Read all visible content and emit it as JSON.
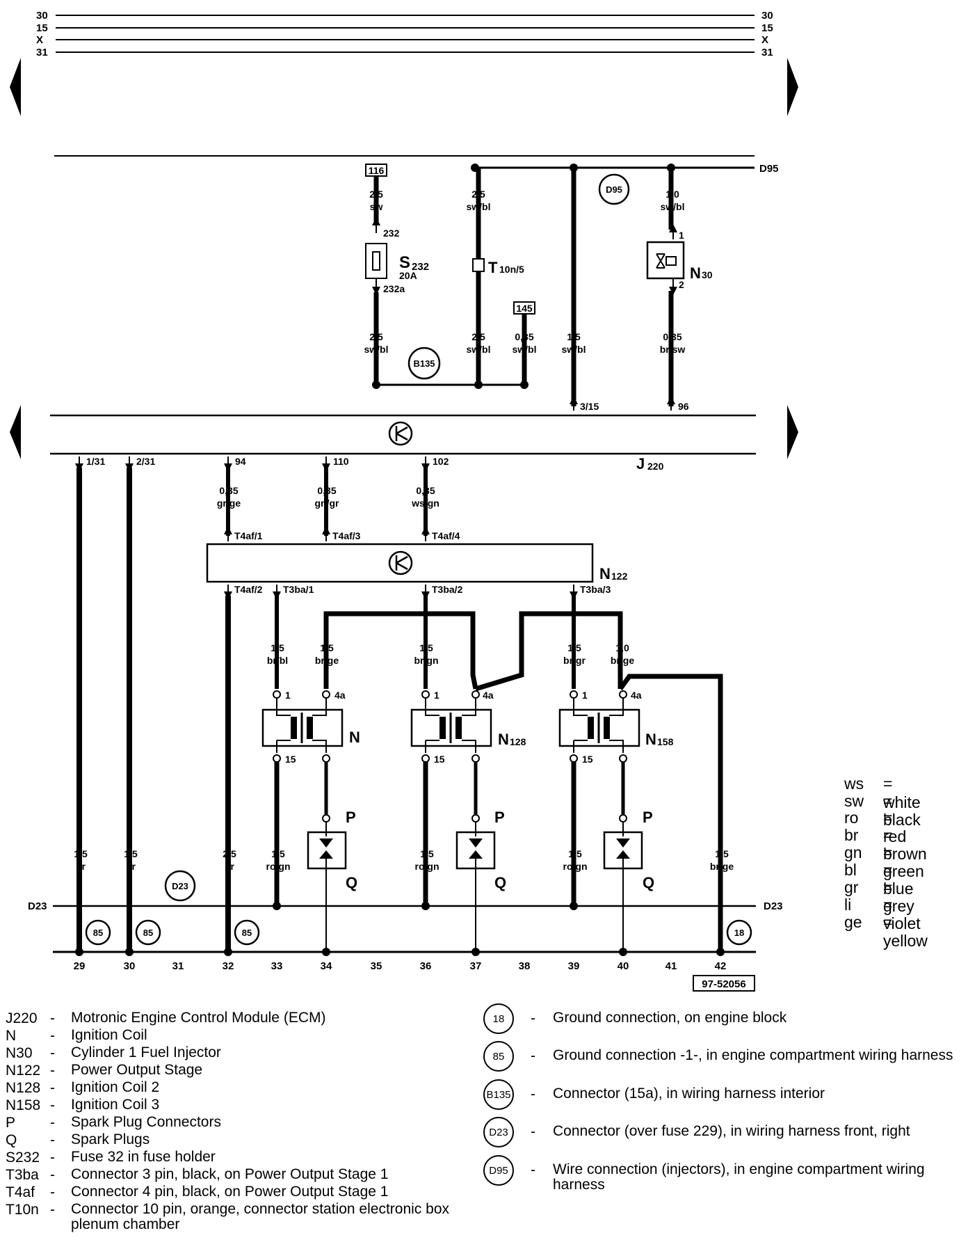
{
  "top_rails": [
    "30",
    "15",
    "X",
    "31"
  ],
  "buses": {
    "d95": "D95",
    "d23": "D23"
  },
  "components": {
    "fuse": {
      "terminal_top": "232",
      "terminal_bottom": "232a",
      "name": "S",
      "sub": "232",
      "rating": "20A"
    },
    "connector_t10n": {
      "name": "T",
      "sub": "10n/5"
    },
    "injector": {
      "name": "N",
      "sub": "30",
      "pin_top": "1",
      "pin_bottom": "2"
    },
    "ecm": {
      "name": "J",
      "sub": "220"
    },
    "power_stage": {
      "name": "N",
      "sub": "122"
    },
    "coils": [
      {
        "name": "N",
        "sub": ""
      },
      {
        "name": "N",
        "sub": "128"
      },
      {
        "name": "N",
        "sub": "158"
      }
    ],
    "spark_plug_connector": "P",
    "spark_plug": "Q",
    "coil_pins": {
      "p1": "1",
      "p4a": "4a",
      "p15": "15"
    }
  },
  "refs": {
    "r116": "116",
    "r145": "145"
  },
  "circles": {
    "d95": "D95",
    "b135": "B135",
    "d23": "D23",
    "g85": "85",
    "g18": "18"
  },
  "wires": [
    {
      "size": "2,5",
      "color": "sw"
    },
    {
      "size": "2,5",
      "color": "sw/bl"
    },
    {
      "size": "1,0",
      "color": "sw/bl"
    },
    {
      "size": "2,5",
      "color": "sw/bl"
    },
    {
      "size": "2,5",
      "color": "sw/bl"
    },
    {
      "size": "0,35",
      "color": "sw/bl"
    },
    {
      "size": "1,5",
      "color": "sw/bl"
    },
    {
      "size": "0,35",
      "color": "br/sw"
    },
    {
      "size": "0,35",
      "color": "gr/ge"
    },
    {
      "size": "0,35",
      "color": "gn/gr"
    },
    {
      "size": "0,35",
      "color": "ws/gn"
    },
    {
      "size": "1,5",
      "color": "br/bl"
    },
    {
      "size": "1,5",
      "color": "br/ge"
    },
    {
      "size": "1,5",
      "color": "br/gn"
    },
    {
      "size": "1,5",
      "color": "br/gr"
    },
    {
      "size": "1,0",
      "color": "br/ge"
    },
    {
      "size": "1,5",
      "color": "br"
    },
    {
      "size": "1,5",
      "color": "br"
    },
    {
      "size": "2,5",
      "color": "br"
    },
    {
      "size": "1,5",
      "color": "ro/gn"
    },
    {
      "size": "1,5",
      "color": "ro/gn"
    },
    {
      "size": "1,5",
      "color": "ro/gn"
    },
    {
      "size": "1,5",
      "color": "br/ge"
    }
  ],
  "pins": [
    "3/15",
    "96",
    "1/31",
    "2/31",
    "94",
    "110",
    "102",
    "T4af/1",
    "T4af/3",
    "T4af/4",
    "T4af/2",
    "T3ba/1",
    "T3ba/2",
    "T3ba/3"
  ],
  "columns": [
    "29",
    "30",
    "31",
    "32",
    "33",
    "34",
    "35",
    "36",
    "37",
    "38",
    "39",
    "40",
    "41",
    "42"
  ],
  "diagram_id": "97-52056",
  "color_codes": [
    {
      "code": "ws",
      "name": "white"
    },
    {
      "code": "sw",
      "name": "black"
    },
    {
      "code": "ro",
      "name": "red"
    },
    {
      "code": "br",
      "name": "brown"
    },
    {
      "code": "gn",
      "name": "green"
    },
    {
      "code": "bl",
      "name": "blue"
    },
    {
      "code": "gr",
      "name": "grey"
    },
    {
      "code": "li",
      "name": "violet"
    },
    {
      "code": "ge",
      "name": "yellow"
    }
  ],
  "legend": [
    {
      "code": "J220",
      "desc": "Motronic Engine Control Module (ECM)"
    },
    {
      "code": "N",
      "desc": "Ignition Coil"
    },
    {
      "code": "N30",
      "desc": "Cylinder 1 Fuel Injector"
    },
    {
      "code": "N122",
      "desc": "Power Output Stage"
    },
    {
      "code": "N128",
      "desc": "Ignition Coil 2"
    },
    {
      "code": "N158",
      "desc": "Ignition Coil 3"
    },
    {
      "code": "P",
      "desc": "Spark Plug Connectors"
    },
    {
      "code": "Q",
      "desc": "Spark Plugs"
    },
    {
      "code": "S232",
      "desc": "Fuse 32 in fuse holder"
    },
    {
      "code": "T3ba",
      "desc": "Connector 3 pin, black, on Power Output Stage 1"
    },
    {
      "code": "T4af",
      "desc": "Connector 4 pin, black, on Power Output Stage 1"
    },
    {
      "code": "T10n",
      "desc": "Connector 10 pin, orange, connector station electronic box plenum chamber"
    }
  ],
  "grounds": [
    {
      "symbol": "18",
      "desc": "Ground connection, on engine block"
    },
    {
      "symbol": "85",
      "desc": "Ground connection -1-, in engine compartment wiring harness"
    },
    {
      "symbol": "B135",
      "desc": "Connector (15a), in wiring harness interior"
    },
    {
      "symbol": "D23",
      "desc": "Connector (over fuse 229), in wiring harness front, right"
    },
    {
      "symbol": "D95",
      "desc": "Wire connection (injectors), in engine compartment wiring harness"
    }
  ]
}
